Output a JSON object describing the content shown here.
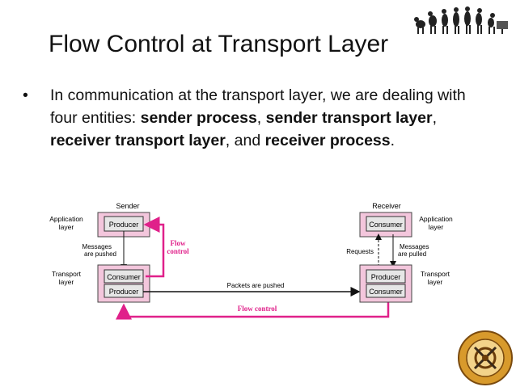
{
  "title": "Flow Control at Transport Layer",
  "bullet": {
    "marker": "•",
    "p1": "In communication at the transport layer, we are dealing with four entities: ",
    "b1": "sender process",
    "p2": ", ",
    "b2": "sender transport layer",
    "p3": ", ",
    "b3": "receiver transport layer",
    "p4": ", and ",
    "b4": "receiver process",
    "p5": "."
  },
  "diagram": {
    "sender_label": "Sender",
    "receiver_label": "Receiver",
    "app_layer_left": [
      "Application",
      "layer"
    ],
    "transport_layer_left": [
      "Transport",
      "layer"
    ],
    "app_layer_right": [
      "Application",
      "layer"
    ],
    "transport_layer_right": [
      "Transport",
      "layer"
    ],
    "producer": "Producer",
    "consumer": "Consumer",
    "messages_pushed": [
      "Messages",
      "are pushed"
    ],
    "messages_pulled": [
      "Messages",
      "are pulled"
    ],
    "requests": "Requests",
    "flow_control_upper": [
      "Flow",
      "control"
    ],
    "packets_pushed": "Packets are pushed",
    "flow_control_lower": "Flow control",
    "colors": {
      "pink_box": "#f3c6dc",
      "accent": "#e0218a",
      "gray_box": "#d6d6d6"
    }
  },
  "icons": {
    "top_right": "evolution-icon",
    "bottom_right": "college-seal-icon"
  }
}
